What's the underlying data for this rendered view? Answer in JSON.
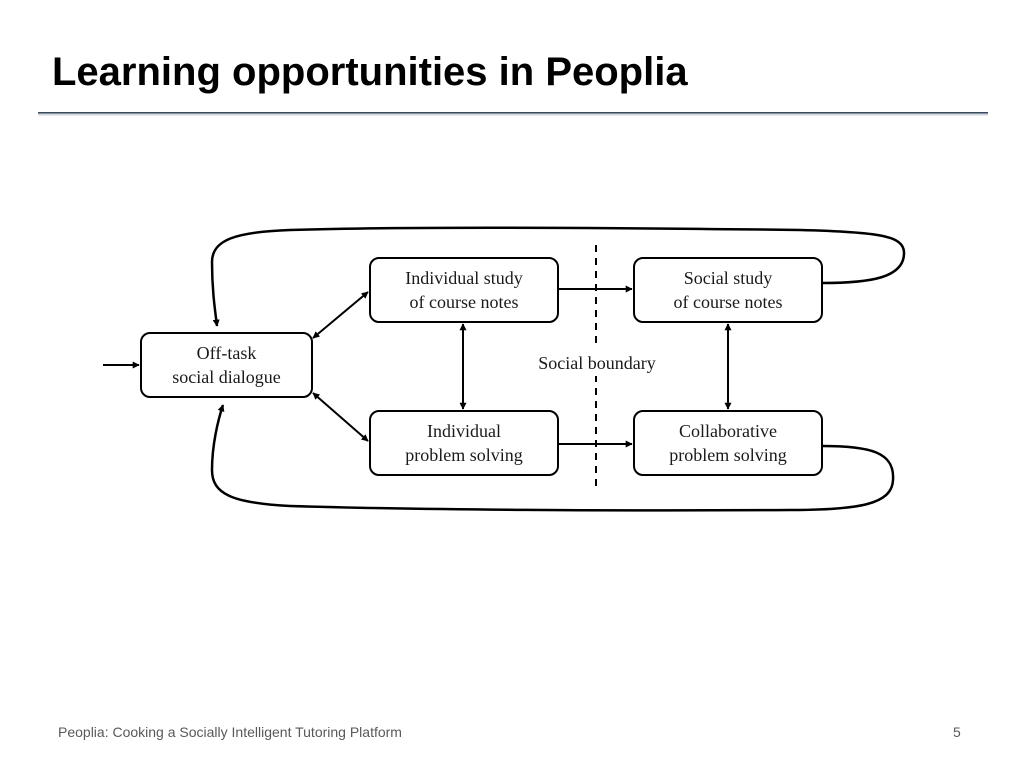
{
  "slide": {
    "title": "Learning opportunities in Peoplia",
    "footer": "Peoplia: Cooking a Socially Intelligent Tutoring Platform",
    "page_number": "5"
  },
  "diagram": {
    "nodes": {
      "off_task": [
        "Off-task",
        "social dialogue"
      ],
      "individual_study": [
        "Individual study",
        "of course notes"
      ],
      "individual_problem": [
        "Individual",
        "problem solving"
      ],
      "social_study": [
        "Social study",
        "of course notes"
      ],
      "collaborative_problem": [
        "Collaborative",
        "problem solving"
      ]
    },
    "boundary_label": "Social boundary"
  }
}
